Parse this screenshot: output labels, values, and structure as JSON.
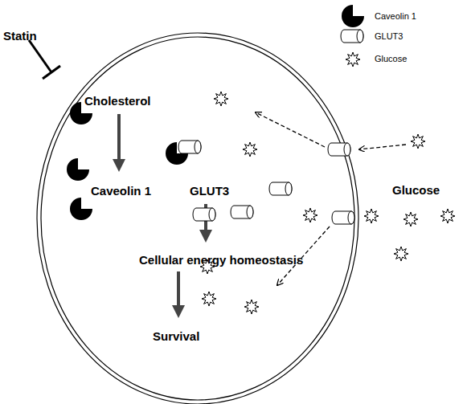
{
  "diagram": {
    "nodes": [
      {
        "text": [
          "Cholesterol",
          "Caveolin 1",
          "GLUT3",
          "Cellular energy homeostasis",
          "Survival"
        ]
      }
    ],
    "labels": [
      "Statin",
      "Glucose"
    ],
    "legend": [
      {
        "text": "Caveolin 1"
      },
      {
        "text": "GLUT3"
      },
      {
        "text": "Glucose"
      }
    ]
  }
}
